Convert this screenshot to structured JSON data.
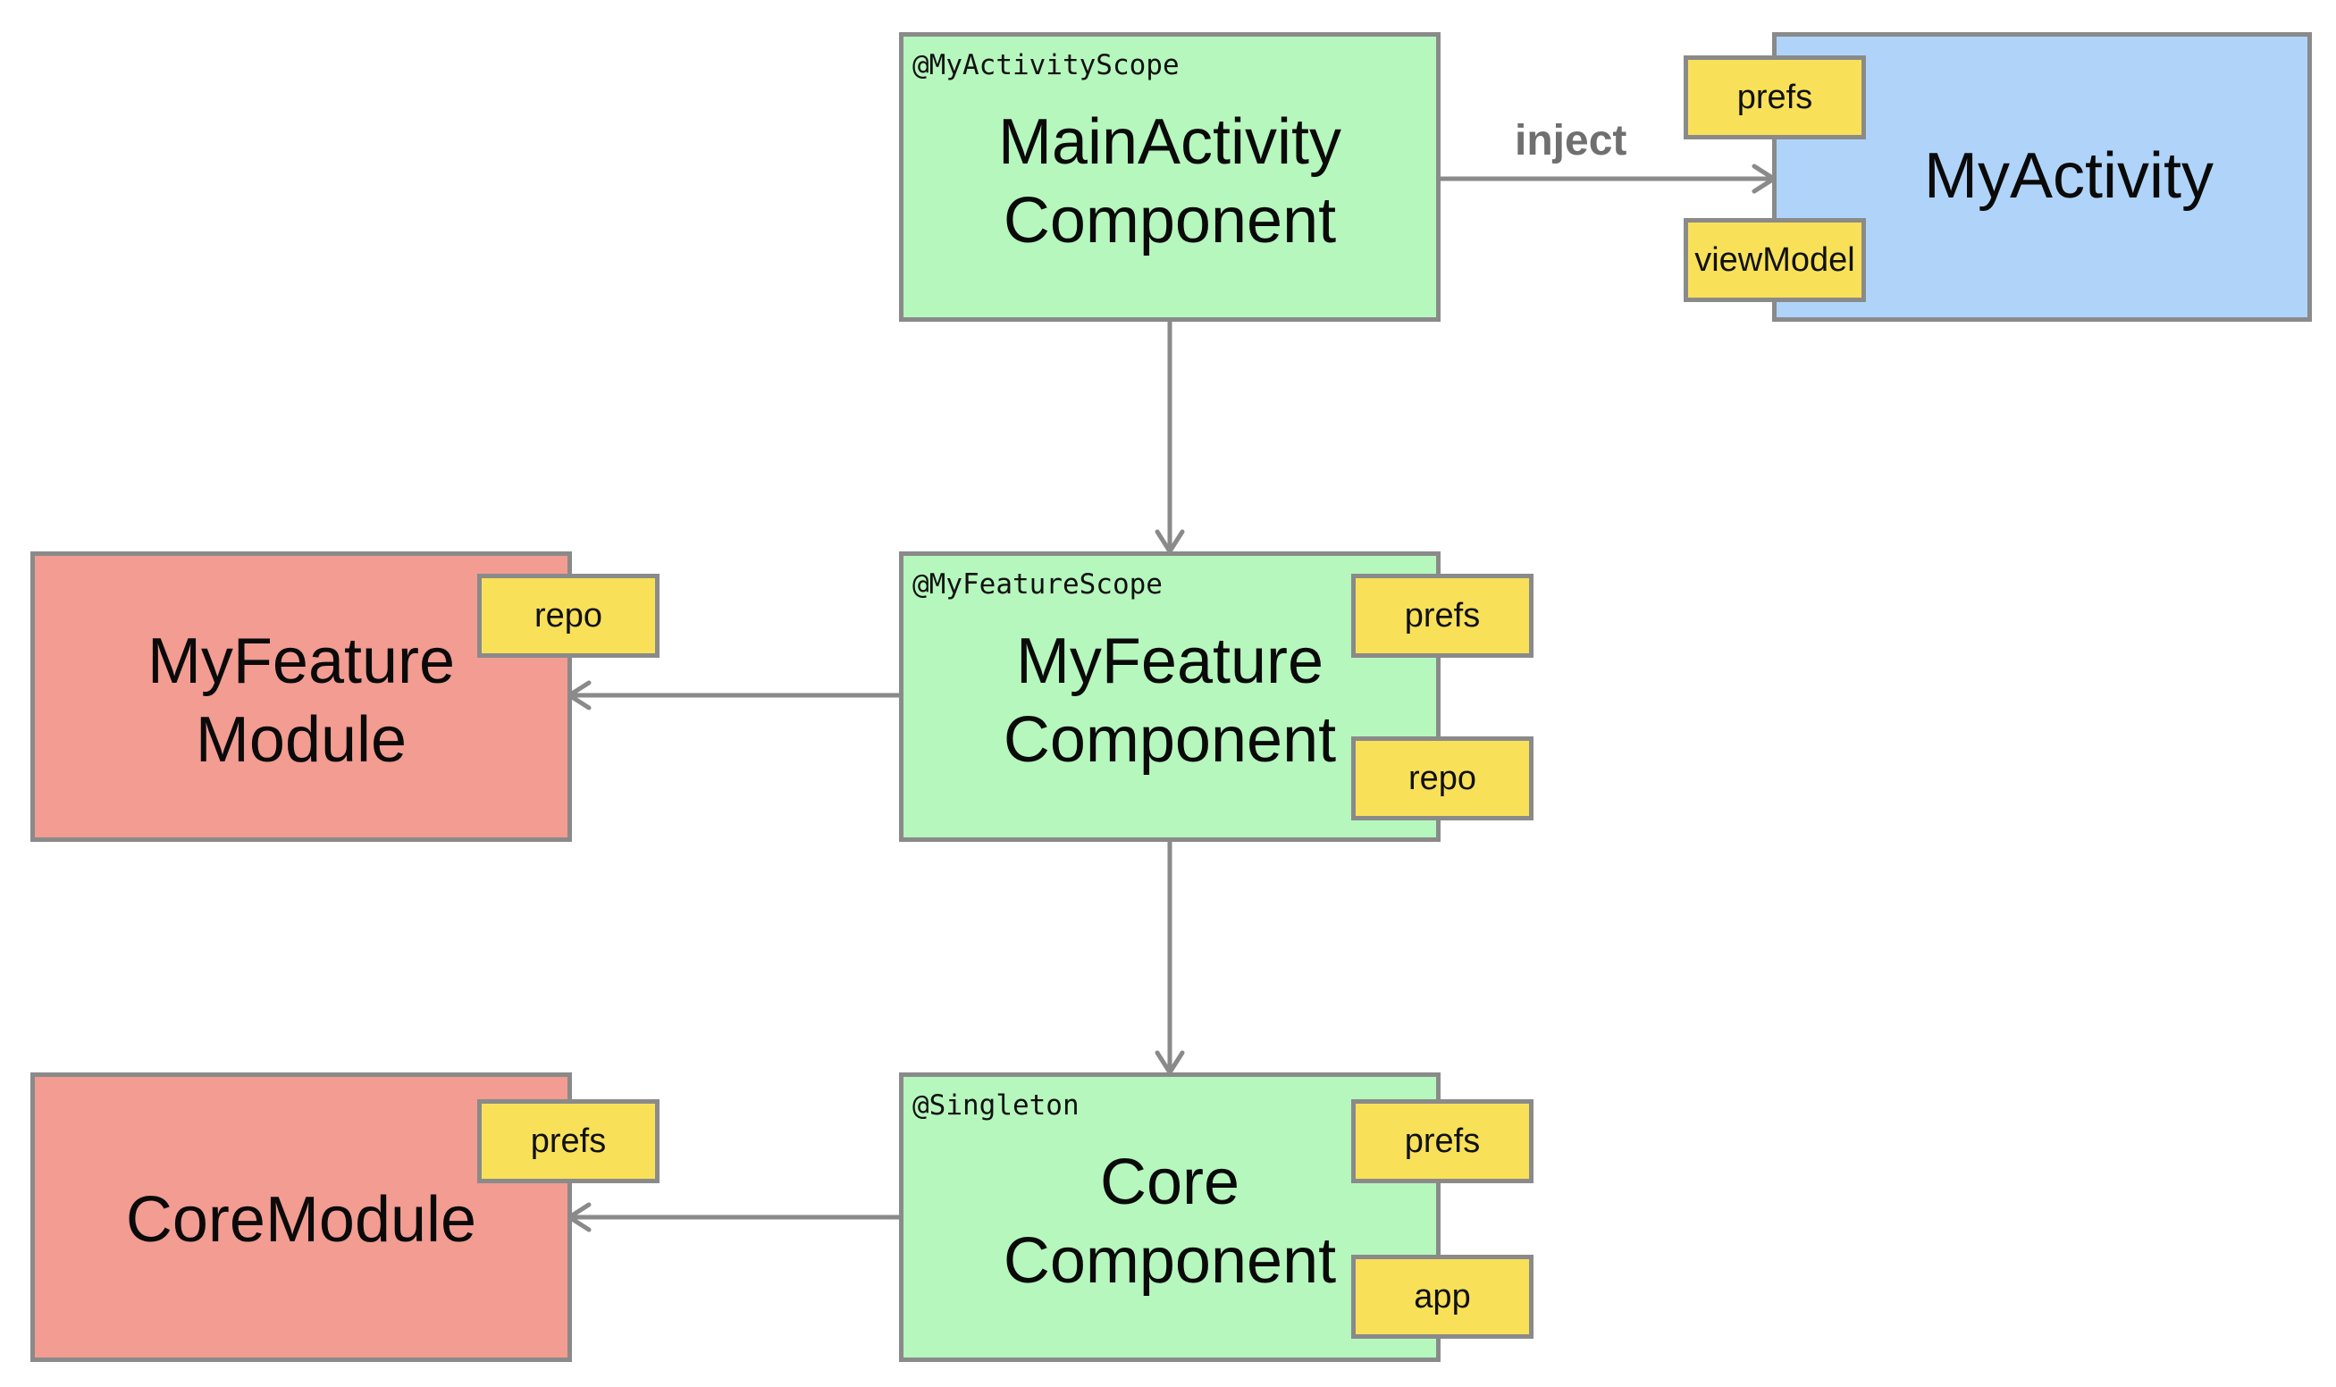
{
  "nodes": {
    "main_activity_component": {
      "scope": "@MyActivityScope",
      "title": [
        "MainActivity",
        "Component"
      ]
    },
    "my_activity": {
      "title": "MyActivity"
    },
    "my_feature_component": {
      "scope": "@MyFeatureScope",
      "title": [
        "MyFeature",
        "Component"
      ]
    },
    "my_feature_module": {
      "title": [
        "MyFeature",
        "Module"
      ]
    },
    "core_component": {
      "scope": "@Singleton",
      "title": [
        "Core",
        "Component"
      ]
    },
    "core_module": {
      "title": "CoreModule"
    }
  },
  "tags": {
    "activity_prefs": "prefs",
    "activity_view_model": "viewModel",
    "feature_prefs": "prefs",
    "feature_repo": "repo",
    "feature_module_repo": "repo",
    "core_prefs": "prefs",
    "core_app": "app",
    "core_module_prefs": "prefs"
  },
  "edges": {
    "inject_label": "inject"
  },
  "colors": {
    "component_fill": "#b6f7bd",
    "module_fill": "#f29c92",
    "activity_fill": "#b0d4f9",
    "tag_fill": "#f8e159",
    "border": "#8a8a8a",
    "arrow": "#8a8a8a"
  }
}
